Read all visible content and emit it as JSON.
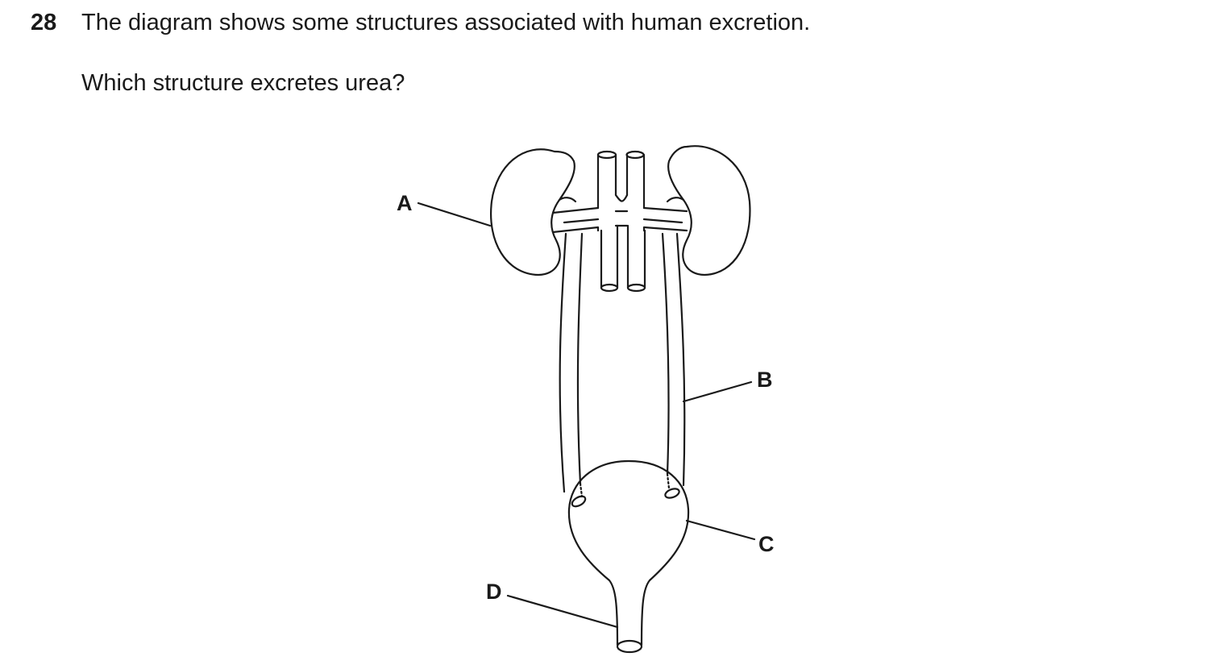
{
  "question": {
    "number": "28",
    "stem": "The diagram shows some structures associated with human excretion.",
    "prompt": "Which structure excretes urea?"
  },
  "diagram": {
    "labels": [
      "A",
      "B",
      "C",
      "D"
    ]
  }
}
